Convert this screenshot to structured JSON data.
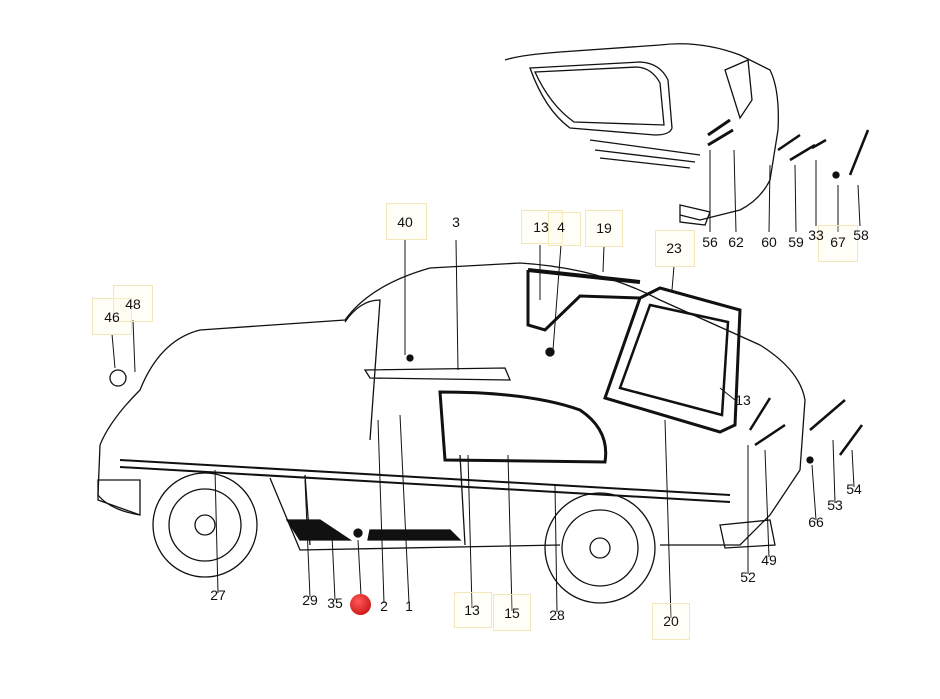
{
  "diagram": {
    "callouts": [
      {
        "id": "c40",
        "label": "40"
      },
      {
        "id": "c3",
        "label": "3"
      },
      {
        "id": "c13a",
        "label": "13"
      },
      {
        "id": "c4",
        "label": "4"
      },
      {
        "id": "c19",
        "label": "19"
      },
      {
        "id": "c23",
        "label": "23"
      },
      {
        "id": "c46",
        "label": "46"
      },
      {
        "id": "c48",
        "label": "48"
      },
      {
        "id": "c56",
        "label": "56"
      },
      {
        "id": "c62",
        "label": "62"
      },
      {
        "id": "c60",
        "label": "60"
      },
      {
        "id": "c59",
        "label": "59"
      },
      {
        "id": "c33",
        "label": "33"
      },
      {
        "id": "c67",
        "label": "67"
      },
      {
        "id": "c58",
        "label": "58"
      },
      {
        "id": "c13b",
        "label": "13"
      },
      {
        "id": "c52",
        "label": "52"
      },
      {
        "id": "c49",
        "label": "49"
      },
      {
        "id": "c66",
        "label": "66"
      },
      {
        "id": "c53",
        "label": "53"
      },
      {
        "id": "c54",
        "label": "54"
      },
      {
        "id": "c27",
        "label": "27"
      },
      {
        "id": "c29",
        "label": "29"
      },
      {
        "id": "c35",
        "label": "35"
      },
      {
        "id": "c2",
        "label": "2"
      },
      {
        "id": "c1",
        "label": "1"
      },
      {
        "id": "c13c",
        "label": "13"
      },
      {
        "id": "c15",
        "label": "15"
      },
      {
        "id": "c28",
        "label": "28"
      },
      {
        "id": "c20",
        "label": "20"
      }
    ],
    "marker_color": "#e02020",
    "highlight_color": "#f3e6b8"
  }
}
